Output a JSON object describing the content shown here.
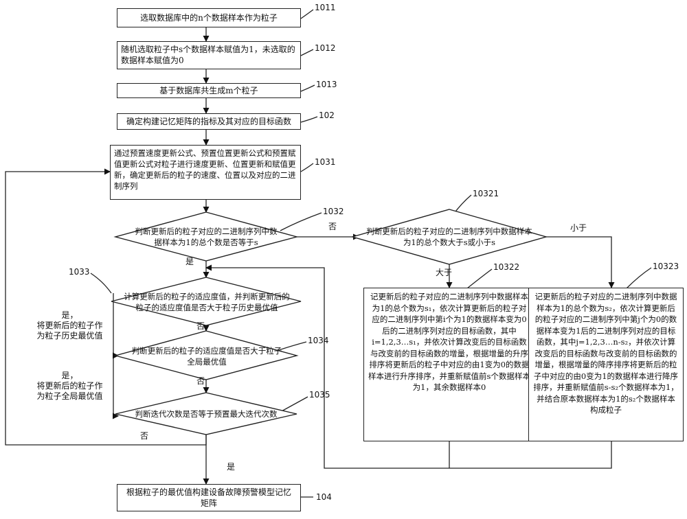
{
  "steps": {
    "s1011": "选取数据库中的n个数据样本作为粒子",
    "s1012": "随机选取粒子中s个数据样本赋值为1，未选取的数据样本赋值为0",
    "s1013": "基于数据库共生成m个粒子",
    "s102": "确定构建记忆矩阵的指标及其对应的目标函数",
    "s1031": "通过预置速度更新公式、预置位置更新公式和预置赋值更新公式对粒子进行速度更新、位置更新和赋值更新，确定更新后的粒子的速度、位置以及对应的二进制序列",
    "d1032": "判断更新后的粒子对应的二进制序列中数据样本为1的总个数是否等于s",
    "d10321": "判断更新后的粒子对应的二进制序列中数据样本为1的总个数大于s或小于s",
    "d1033": "计算更新后的粒子的适应度值，并判断更新后的粒子的适应度值是否大于粒子历史最优值",
    "d1034": "判断更新后的粒子的适应度值是否大于粒子全局最优值",
    "d1035": "判断迭代次数是否等于预置最大迭代次数",
    "s10322": "记更新后的粒子对应的二进制序列中数据样本为1的总个数为s₁，依次计算更新后的粒子对应的二进制序列中第i个为1的数据样本变为0后的二进制序列对应的目标函数，其中i=1,2,3…s₁，并依次计算改变后的目标函数与改变前的目标函数的增量，根据增量的升序排序将更新后的粒子中对应的由1变为0的数据样本进行升序排序，并重新赋值前s个数据样本为1，其余数据样本0",
    "s10323": "记更新后的粒子对应的二进制序列中数据样本为1的总个数为s₂，依次计算更新后的粒子对应的二进制序列中第j个为0的数据样本变为1后的二进制序列对应的目标函数，其中j=1,2,3…n-s₂，并依次计算改变后的目标函数与改变前的目标函数的增量，根据增量的降序排序将更新后的粒子中对应的由0变为1的数据样本进行降序排序，并重新赋值前s-s₂个数据样本为1，并结合原本数据样本为1的s₂个数据样本构成粒子",
    "s104": "根据粒子的最优值构建设备故障预警模型记忆矩阵"
  },
  "labels": {
    "no_1032": "否",
    "yes_1032": "是",
    "greater": "大于",
    "less": "小于",
    "yes_1033": "是，\n将更新后的粒子作\n为粒子历史最优值",
    "no_1033": "否",
    "yes_1034": "是，\n将更新后的粒子作\n为粒子全局最优值",
    "no_1034": "否",
    "no_1035": "否",
    "yes_1035": "是"
  },
  "refs": {
    "r1011": "1011",
    "r1012": "1012",
    "r1013": "1013",
    "r102": "102",
    "r1031": "1031",
    "r1032": "1032",
    "r10321": "10321",
    "r1033": "1033",
    "r1034": "1034",
    "r1035": "1035",
    "r10322": "10322",
    "r10323": "10323",
    "r104": "104"
  }
}
